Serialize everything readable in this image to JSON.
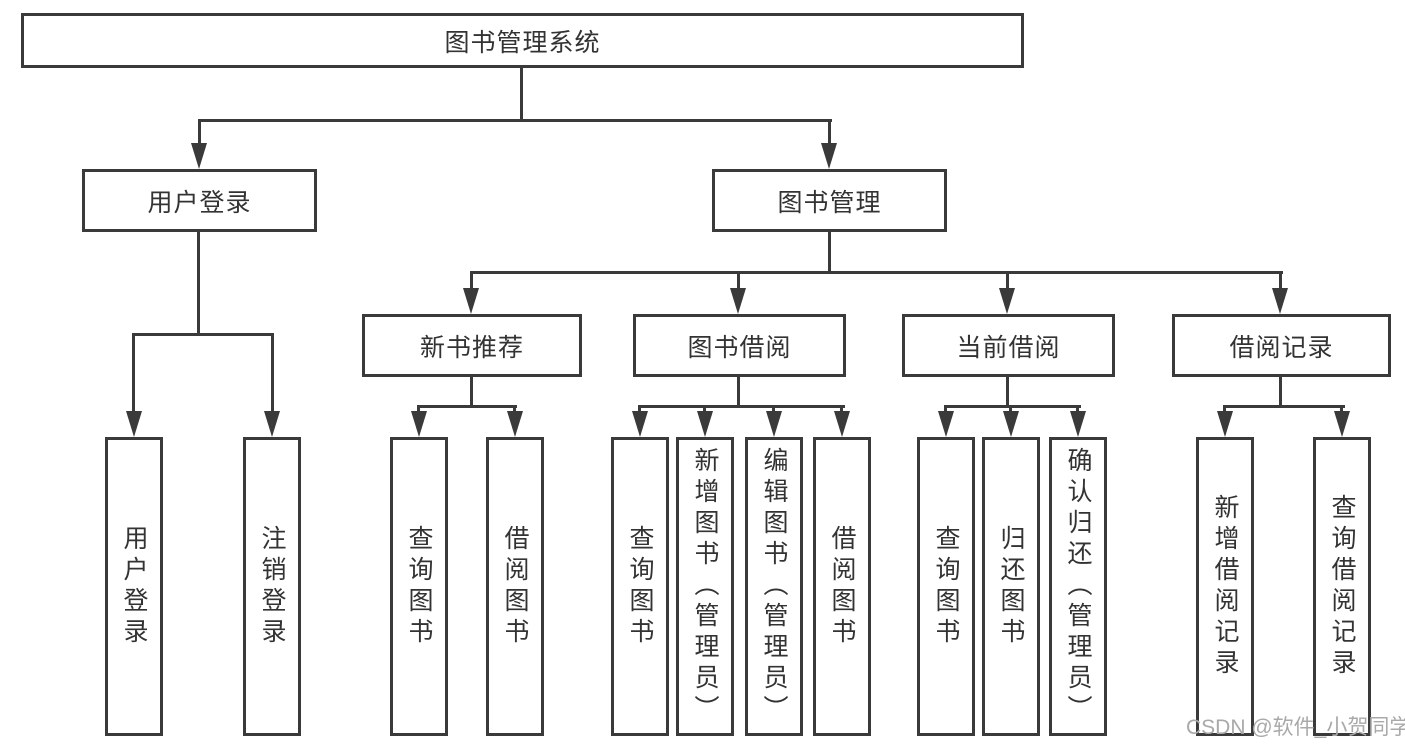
{
  "page": {
    "background": "#ffffff",
    "line_color": "#3a3a3a",
    "text_color": "#333333",
    "watermark_color": "#a9a9a9"
  },
  "diagram": {
    "nodes": {
      "root": {
        "label": "图书管理系统"
      },
      "user_login": {
        "label": "用户登录"
      },
      "book_mgmt": {
        "label": "图书管理"
      },
      "new_book_rec": {
        "label": "新书推荐"
      },
      "book_borrow": {
        "label": "图书借阅"
      },
      "current_borrow": {
        "label": "当前借阅"
      },
      "borrow_records": {
        "label": "借阅记录"
      }
    },
    "leaves": [
      {
        "label": "用户登录"
      },
      {
        "label": "注销登录"
      },
      {
        "label": "查询图书"
      },
      {
        "label": "借阅图书"
      },
      {
        "label": "查询图书"
      },
      {
        "label": "新增图书（管理员）"
      },
      {
        "label": "编辑图书（管理员）"
      },
      {
        "label": "借阅图书"
      },
      {
        "label": "查询图书"
      },
      {
        "label": "归还图书"
      },
      {
        "label": "确认归还（管理员）"
      },
      {
        "label": "新增借阅记录"
      },
      {
        "label": "查询借阅记录"
      }
    ],
    "hierarchy": {
      "root": "图书管理系统",
      "children": [
        {
          "name": "用户登录",
          "children": [
            "用户登录",
            "注销登录"
          ]
        },
        {
          "name": "图书管理",
          "children": [
            {
              "name": "新书推荐",
              "children": [
                "查询图书",
                "借阅图书"
              ]
            },
            {
              "name": "图书借阅",
              "children": [
                "查询图书",
                "新增图书（管理员）",
                "编辑图书（管理员）",
                "借阅图书"
              ]
            },
            {
              "name": "当前借阅",
              "children": [
                "查询图书",
                "归还图书",
                "确认归还（管理员）"
              ]
            },
            {
              "name": "借阅记录",
              "children": [
                "新增借阅记录",
                "查询借阅记录"
              ]
            }
          ]
        }
      ]
    }
  },
  "watermark": {
    "text": "CSDN @软件_小贺同学"
  }
}
